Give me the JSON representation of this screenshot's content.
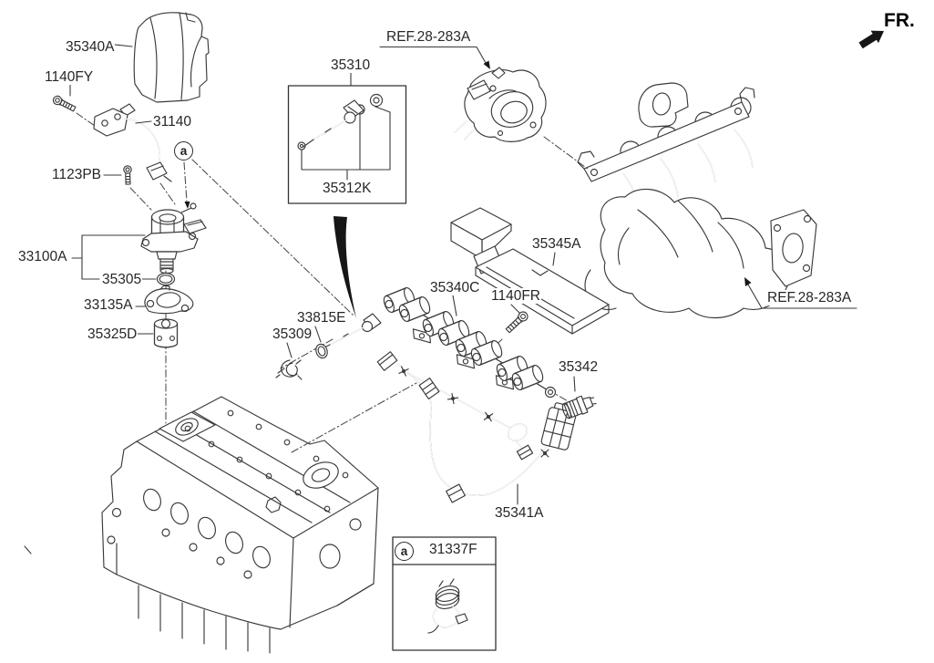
{
  "direction_label": "FR.",
  "ref_label": "REF.28-283A",
  "callout": "a",
  "parts": {
    "cover": "35340A",
    "bolt_1140fy": "1140FY",
    "pipe": "31140",
    "bolt_1123pb": "1123PB",
    "pump": "33100A",
    "o_ring": "35305",
    "gasket": "33135A",
    "damper": "35325D",
    "injector_kit": "35310",
    "seal_kit": "35312K",
    "protector": "35345A",
    "rail": "35340C",
    "bolt_1140fr": "1140FR",
    "combustion_seal": "33815E",
    "clip": "35309",
    "sensor": "35342",
    "harness": "35341A",
    "legend_clip": "31337F"
  }
}
